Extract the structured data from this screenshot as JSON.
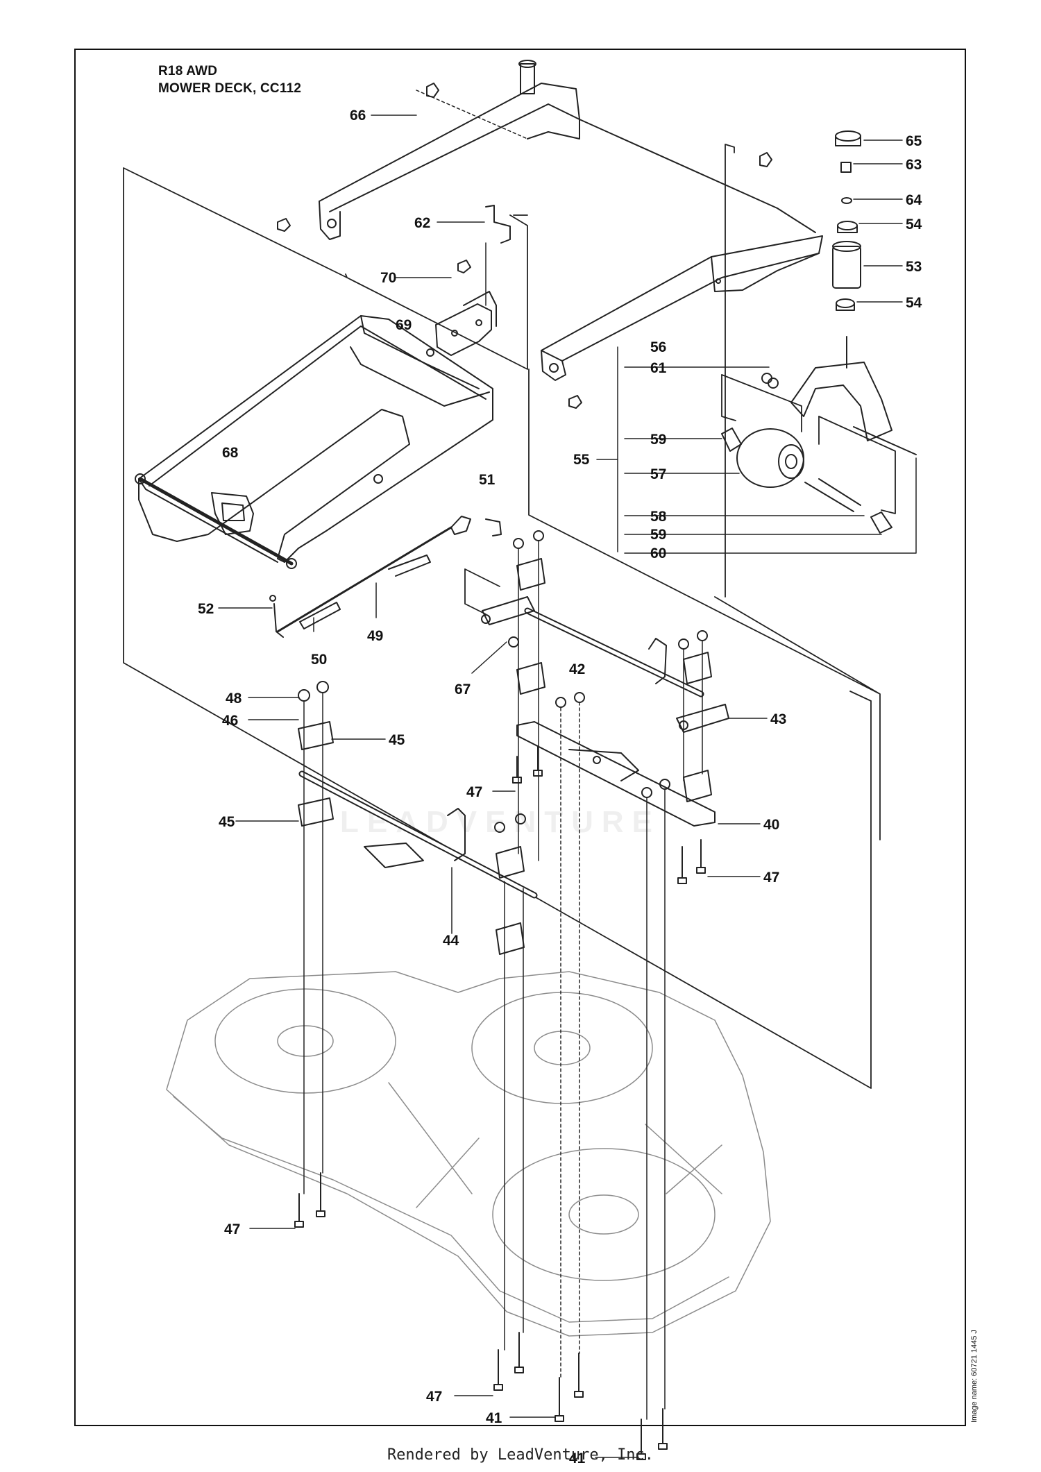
{
  "title": {
    "line1": "R18 AWD",
    "line2": "MOWER DECK, CC112"
  },
  "watermark": "LEADVENTURE",
  "image_name": "Image name: 60721 1445 J",
  "footer": "Rendered by LeadVenture, Inc.",
  "callouts": [
    {
      "num": "66"
    },
    {
      "num": "65"
    },
    {
      "num": "63"
    },
    {
      "num": "64"
    },
    {
      "num": "54"
    },
    {
      "num": "62"
    },
    {
      "num": "53"
    },
    {
      "num": "70"
    },
    {
      "num": "54"
    },
    {
      "num": "69"
    },
    {
      "num": "56"
    },
    {
      "num": "61"
    },
    {
      "num": "59"
    },
    {
      "num": "68"
    },
    {
      "num": "55"
    },
    {
      "num": "57"
    },
    {
      "num": "51"
    },
    {
      "num": "58"
    },
    {
      "num": "59"
    },
    {
      "num": "60"
    },
    {
      "num": "52"
    },
    {
      "num": "49"
    },
    {
      "num": "50"
    },
    {
      "num": "67"
    },
    {
      "num": "42"
    },
    {
      "num": "48"
    },
    {
      "num": "43"
    },
    {
      "num": "46"
    },
    {
      "num": "45"
    },
    {
      "num": "47"
    },
    {
      "num": "45"
    },
    {
      "num": "40"
    },
    {
      "num": "47"
    },
    {
      "num": "44"
    },
    {
      "num": "47"
    },
    {
      "num": "47"
    },
    {
      "num": "41"
    },
    {
      "num": "41"
    }
  ]
}
